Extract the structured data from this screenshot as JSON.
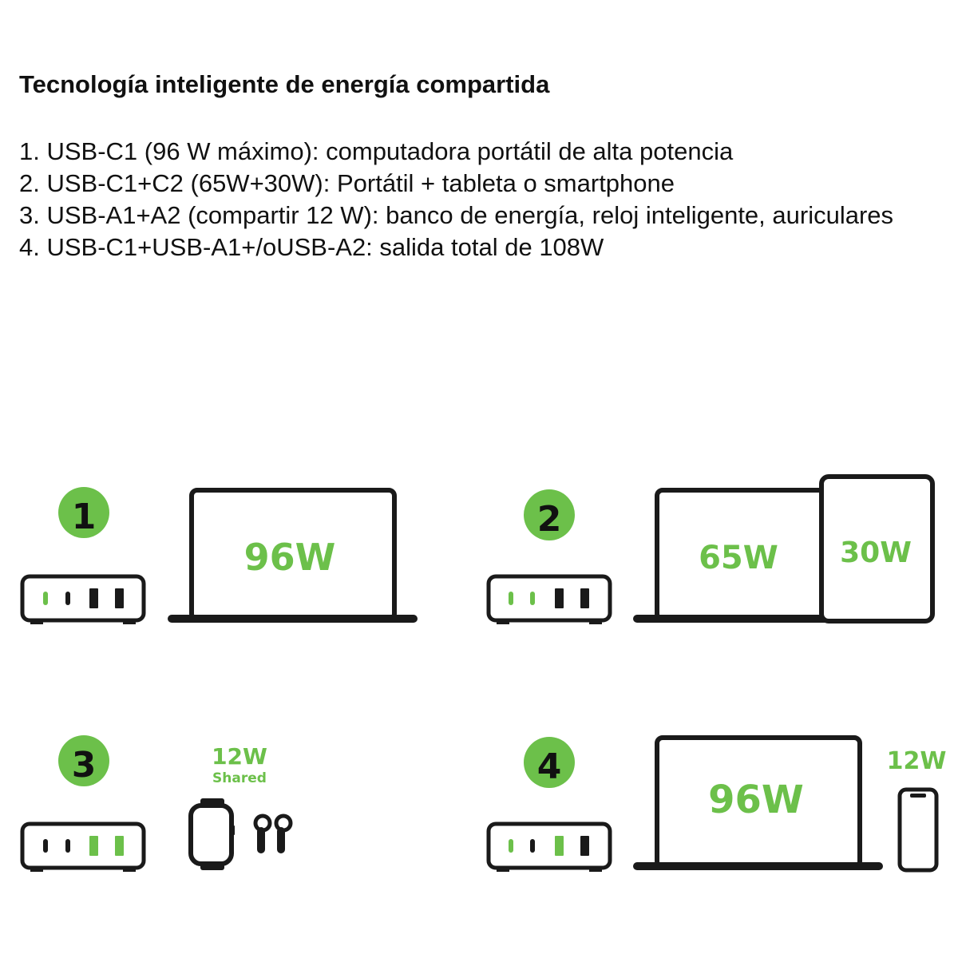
{
  "title": "Tecnología inteligente de energía compartida",
  "items": [
    "1. USB-C1 (96 W máximo): computadora portátil de alta potencia",
    "2. USB-C1+C2 (65W+30W): Portátil + tableta o smartphone",
    "3. USB-A1+A2 (compartir 12 W): banco de energía, reloj inteligente, auriculares",
    "4. USB-C1+USB-A1+/oUSB-A2: salida total de 108W"
  ],
  "colors": {
    "accent": "#6cc04a",
    "outline": "#1a1a1a",
    "text": "#111111"
  },
  "scenarios": [
    {
      "number": "1",
      "laptop_watts": "96W",
      "active_ports": [
        "c1"
      ]
    },
    {
      "number": "2",
      "laptop_watts": "65W",
      "tablet_watts": "30W",
      "active_ports": [
        "c1",
        "c2"
      ]
    },
    {
      "number": "3",
      "shared_watts": "12W",
      "shared_label": "Shared",
      "devices": [
        "smartwatch-icon",
        "earbuds-icon"
      ],
      "active_ports": [
        "a1",
        "a2"
      ]
    },
    {
      "number": "4",
      "laptop_watts": "96W",
      "phone_watts": "12W",
      "active_ports": [
        "c1",
        "a1"
      ]
    }
  ]
}
